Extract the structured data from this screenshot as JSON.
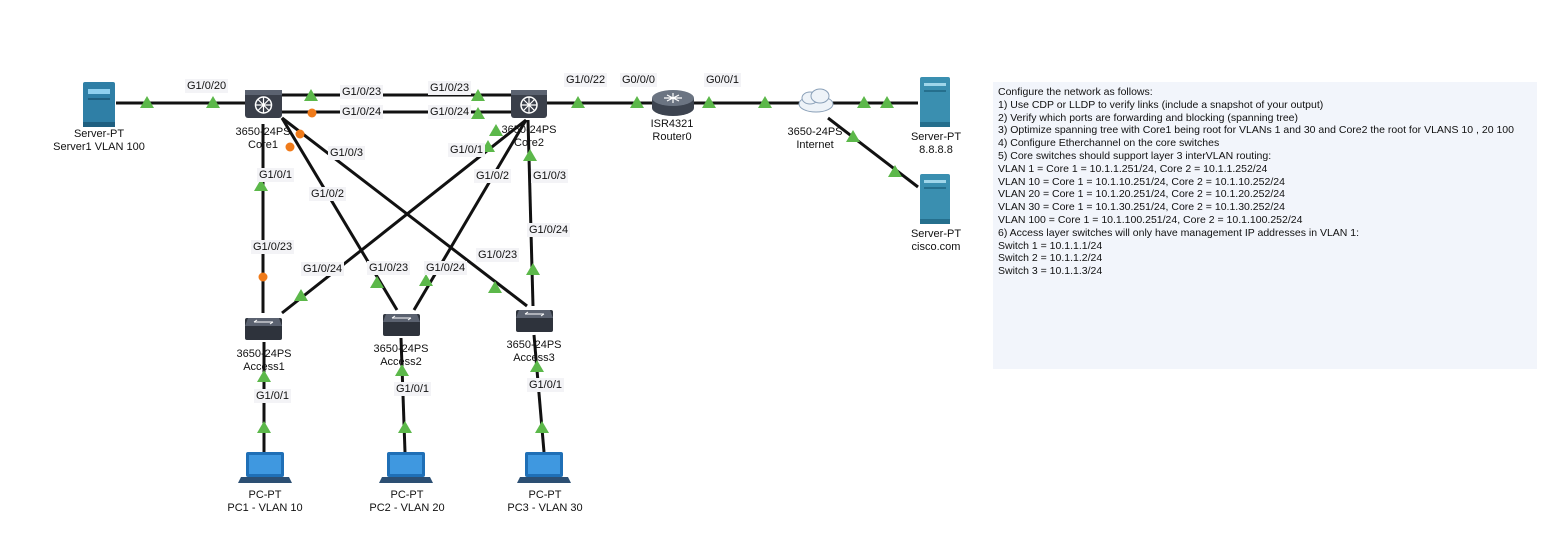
{
  "devices": {
    "server1": {
      "type": "Server-PT",
      "name": "Server1 VLAN 100"
    },
    "core1": {
      "type": "3650-24PS",
      "name": "Core1"
    },
    "core2": {
      "type": "3650-24PS",
      "name": "Core2"
    },
    "router0": {
      "type": "ISR4321",
      "name": "Router0"
    },
    "internet": {
      "type": "3650-24PS",
      "name": "Internet"
    },
    "server_dns": {
      "type": "Server-PT",
      "name": "8.8.8.8"
    },
    "server_cisco": {
      "type": "Server-PT",
      "name": "cisco.com"
    },
    "access1": {
      "type": "3650-24PS",
      "name": "Access1"
    },
    "access2": {
      "type": "3650-24PS",
      "name": "Access2"
    },
    "access3": {
      "type": "3650-24PS",
      "name": "Access3"
    },
    "pc1": {
      "type": "PC-PT",
      "name": "PC1 - VLAN 10"
    },
    "pc2": {
      "type": "PC-PT",
      "name": "PC2 - VLAN 20"
    },
    "pc3": {
      "type": "PC-PT",
      "name": "PC3 - VLAN 30"
    }
  },
  "ports": {
    "core1_server": "G1/0/20",
    "core1_g23": "G1/0/23",
    "core1_g24": "G1/0/24",
    "core2_g23": "G1/0/23",
    "core2_g24": "G1/0/24",
    "core2_router": "G1/0/22",
    "router_g000": "G0/0/0",
    "router_g001": "G0/0/1",
    "core1_g101": "G1/0/1",
    "core1_g102": "G1/0/2",
    "core1_g103": "G1/0/3",
    "core2_g101": "G1/0/1",
    "core2_g102": "G1/0/2",
    "core2_g103": "G1/0/3",
    "access1_g23": "G1/0/23",
    "access1_g24": "G1/0/24",
    "access2_g23": "G1/0/23",
    "access2_g24": "G1/0/24",
    "access3_g23": "G1/0/23",
    "access3_g24": "G1/0/24",
    "access1_g1": "G1/0/1",
    "access2_g1": "G1/0/1",
    "access3_g1": "G1/0/1"
  },
  "colors": {
    "link": "#111111",
    "forwarding": "#5cb84a",
    "blocking": "#f07b1a",
    "server": "#2f7fa6",
    "notes_bg": "#f2f5fb"
  },
  "notes": [
    "Configure the network as follows:",
    "1) Use CDP or LLDP to verify links (include a snapshot of your output)",
    "2) Verify which ports are forwarding and blocking (spanning tree)",
    "3) Optimize spanning tree with Core1 being root for VLANs 1 and 30 and Core2 the root for VLANS 10 , 20 100",
    "4) Configure Etherchannel on the core switches",
    "5) Core switches should support layer 3 interVLAN routing:",
    "VLAN 1 = Core 1 = 10.1.1.251/24, Core 2 = 10.1.1.252/24",
    "VLAN 10 = Core 1 = 10.1.10.251/24, Core 2 = 10.1.10.252/24",
    "VLAN 20 = Core 1 = 10.1.20.251/24, Core 2 = 10.1.20.252/24",
    "VLAN 30 = Core 1 = 10.1.30.251/24, Core 2 = 10.1.30.252/24",
    "VLAN 100 = Core 1 = 10.1.100.251/24, Core 2 = 10.1.100.252/24",
    "6) Access layer switches will only have management IP addresses in VLAN 1:",
    "Switch 1 = 10.1.1.1/24",
    "Switch 2 = 10.1.1.2/24",
    "Switch 3 = 10.1.1.3/24"
  ]
}
